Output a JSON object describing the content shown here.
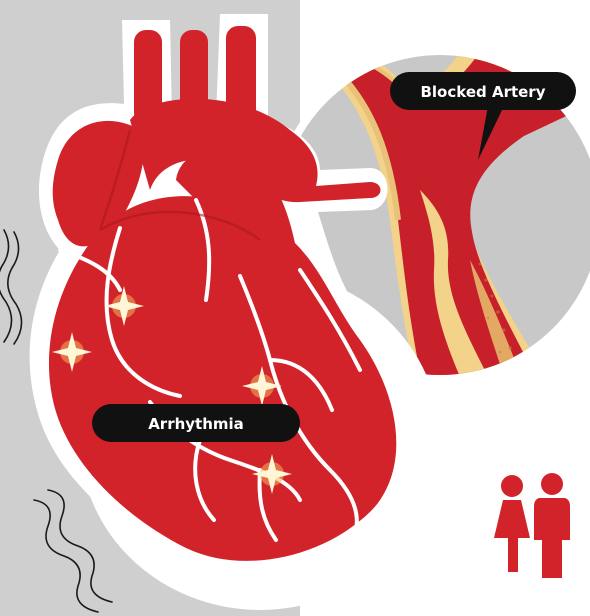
{
  "labels": {
    "blocked_artery": "Blocked Artery",
    "arrhythmia": "Arrhythmia"
  },
  "colors": {
    "heart_red": "#d2232a",
    "heart_dark": "#b51d24",
    "outline": "#ffffff",
    "gray_panel": "#cfcfcf",
    "plaque": "#f3d28a",
    "label_bg": "#111111",
    "spark_core": "#fff6d8",
    "spark_glow": "#f1b55a"
  },
  "icons": [
    "heart-illustration",
    "artery-magnifier",
    "spark-icon",
    "woman-icon",
    "man-icon",
    "wavy-lines-decoration"
  ]
}
